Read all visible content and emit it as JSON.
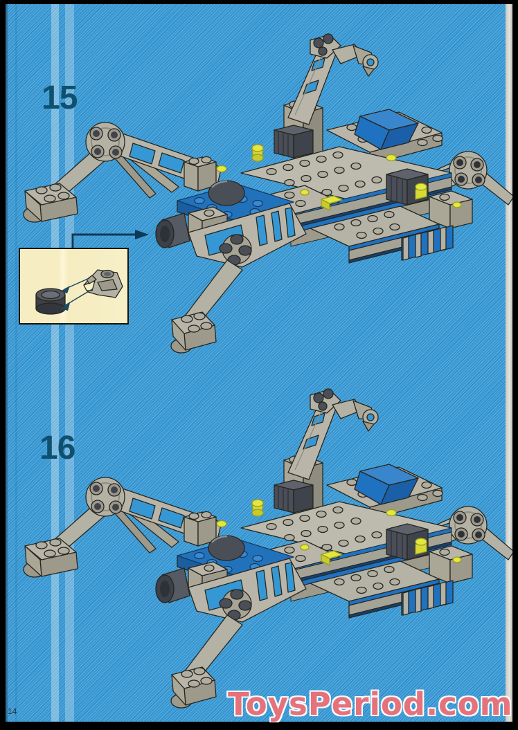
{
  "page": {
    "page_number": "14",
    "background_color": "#3598d4",
    "texture": "diagonal-hatch",
    "scan_border_color": "#000000",
    "right_edge_color": "#d8d8d2"
  },
  "steps": [
    {
      "number": "15",
      "illustration": "spider-walker-model",
      "has_callout": true
    },
    {
      "number": "16",
      "illustration": "spider-walker-model",
      "has_callout": false
    }
  ],
  "callout": {
    "background_color": "#f8f0c5",
    "border_color": "#15150f",
    "parts": [
      {
        "name": "claw-bracket-part"
      },
      {
        "name": "wheel-drum-part"
      }
    ]
  },
  "watermark": {
    "text": "ToysPeriod.com",
    "color": "#ee7077",
    "outline_color": "#ffffff"
  },
  "step_number_color": "#10506f",
  "model_colors": {
    "brick_gray": "#b9b5a9",
    "brick_gray_shade": "#8f8c80",
    "plate_blue": "#1f72c0",
    "navy": "#1a3a66",
    "dark_slate": "#4a4e57",
    "trans_yellow": "#e3e73f",
    "outline": "#26261f"
  }
}
